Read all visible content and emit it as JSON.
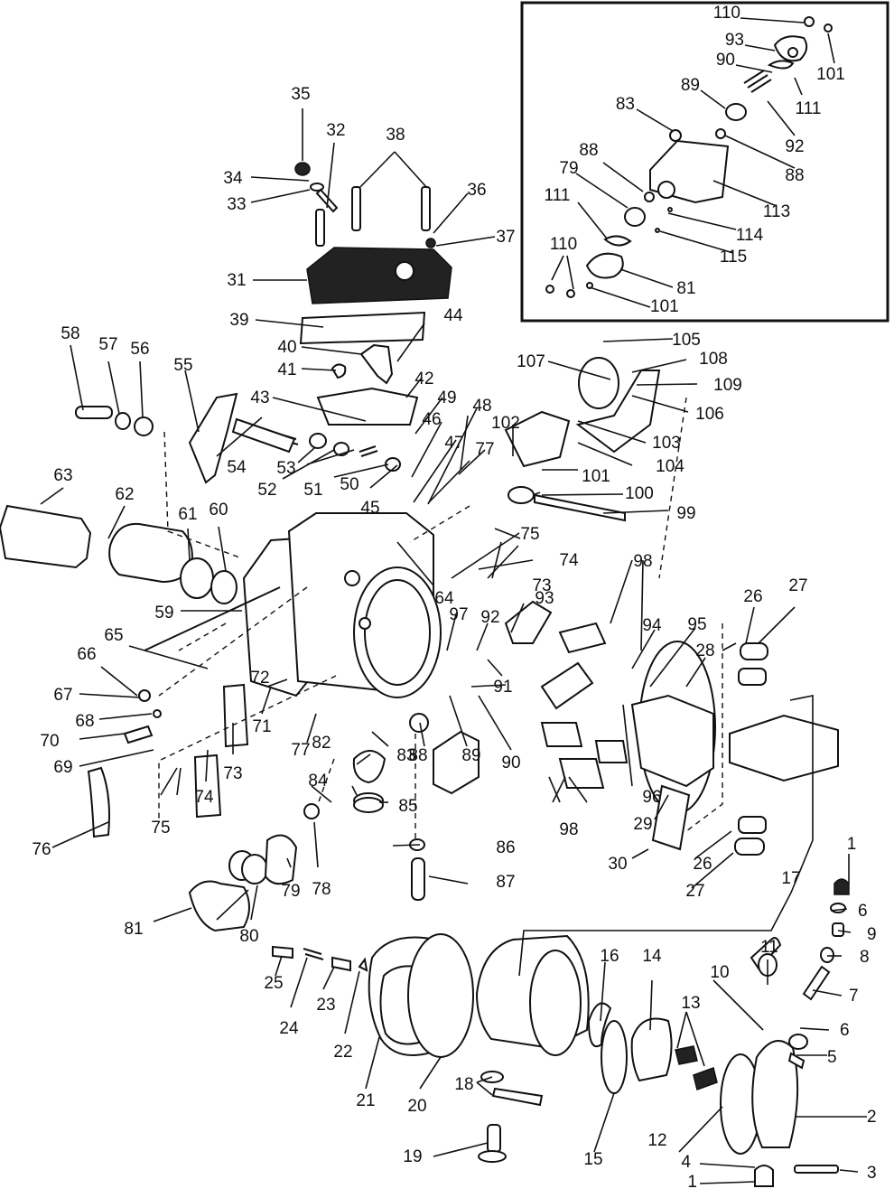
{
  "diagram": {
    "callouts": [
      "1",
      "2",
      "3",
      "4",
      "5",
      "6",
      "7",
      "8",
      "9",
      "10",
      "11",
      "12",
      "13",
      "14",
      "15",
      "16",
      "17",
      "18",
      "19",
      "20",
      "21",
      "22",
      "23",
      "24",
      "25",
      "26",
      "27",
      "28",
      "29",
      "30",
      "31",
      "32",
      "33",
      "34",
      "35",
      "36",
      "37",
      "38",
      "39",
      "40",
      "41",
      "42",
      "43",
      "44",
      "45",
      "46",
      "47",
      "48",
      "49",
      "50",
      "51",
      "52",
      "53",
      "54",
      "55",
      "56",
      "57",
      "58",
      "59",
      "60",
      "61",
      "62",
      "63",
      "64",
      "65",
      "66",
      "67",
      "68",
      "69",
      "70",
      "71",
      "72",
      "73",
      "74",
      "75",
      "76",
      "77",
      "78",
      "79",
      "80",
      "81",
      "82",
      "83",
      "84",
      "85",
      "86",
      "87",
      "88",
      "89",
      "90",
      "91",
      "92",
      "93",
      "94",
      "95",
      "96",
      "97",
      "98",
      "99",
      "100",
      "101",
      "102",
      "103",
      "104",
      "105",
      "106",
      "107",
      "108",
      "109",
      "110",
      "111",
      "113",
      "114",
      "115"
    ]
  }
}
